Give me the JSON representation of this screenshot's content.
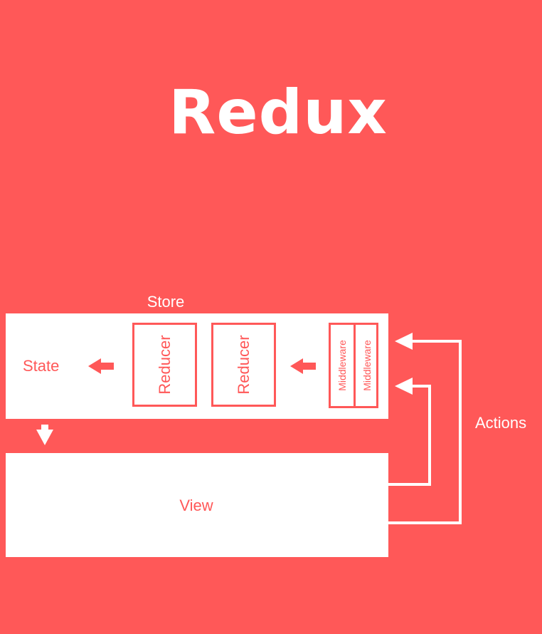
{
  "title": "Redux",
  "store": {
    "label": "Store",
    "state_label": "State",
    "reducers": [
      "Reducer",
      "Reducer"
    ],
    "middleware": [
      "Middleware",
      "Middleware"
    ]
  },
  "view": {
    "label": "View"
  },
  "actions": {
    "label": "Actions"
  },
  "colors": {
    "background": "#FF5858",
    "foreground": "#FFFFFF",
    "accent": "#FF5858"
  }
}
